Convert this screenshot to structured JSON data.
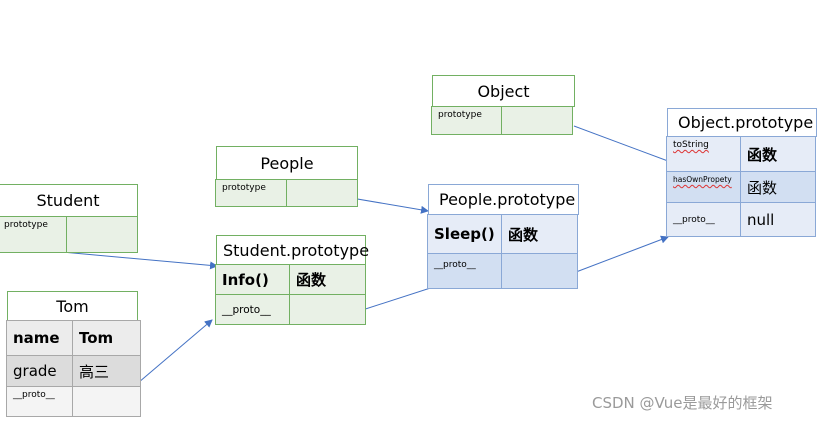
{
  "colors": {
    "green_border": "#72b062",
    "green_fill": "#e9f1e6",
    "blue_border": "#8aa8d6",
    "blue_fill": "#e6ecf7",
    "gray_fill": "#ececec",
    "arrow": "#4472c4"
  },
  "object": {
    "title": "Object",
    "prototype_label": "prototype"
  },
  "object_prototype": {
    "title": "Object.prototype",
    "rows": [
      {
        "key": "toString",
        "value": "函数"
      },
      {
        "key": "hasOwnPropety",
        "value": "函数"
      },
      {
        "key": "__proto__",
        "value": "null"
      }
    ]
  },
  "people": {
    "title": "People",
    "prototype_label": "prototype"
  },
  "people_prototype": {
    "title": "People.prototype",
    "rows": [
      {
        "key": "Sleep()",
        "value": "函数"
      },
      {
        "key": "__proto__",
        "value": ""
      }
    ]
  },
  "student": {
    "title": "Student",
    "prototype_label": "prototype"
  },
  "student_prototype": {
    "title": "Student.prototype",
    "rows": [
      {
        "key": "Info()",
        "value": "函数"
      },
      {
        "key": "__proto__",
        "value": ""
      }
    ]
  },
  "tom": {
    "title": "Tom",
    "rows": [
      {
        "key": "name",
        "value": "Tom"
      },
      {
        "key": "grade",
        "value": "高三"
      },
      {
        "key": "__proto__",
        "value": ""
      }
    ]
  },
  "watermark": "CSDN @Vue是最好的框架"
}
